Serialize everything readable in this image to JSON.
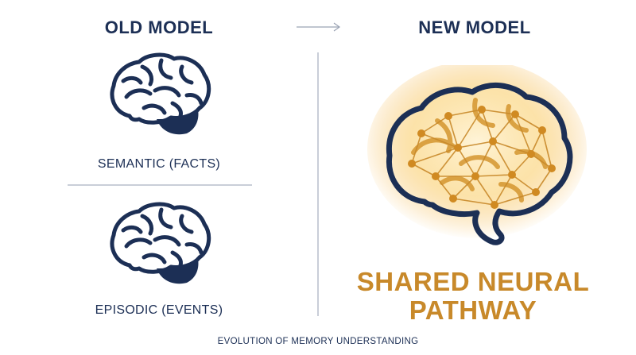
{
  "left": {
    "heading": "OLD MODEL",
    "items": [
      {
        "label": "SEMANTIC (FACTS)",
        "icon": "brain-icon"
      },
      {
        "label": "EPISODIC (EVENTS)",
        "icon": "brain-icon"
      }
    ]
  },
  "arrow_icon": "arrow-right-icon",
  "right": {
    "heading": "NEW MODEL",
    "icon": "neural-network-brain-icon",
    "label_line1": "SHARED NEURAL",
    "label_line2": "PATHWAY"
  },
  "footer": "EVOLUTION OF MEMORY UNDERSTANDING",
  "colors": {
    "navy": "#1c2f55",
    "gold": "#c8892a",
    "glow": "#f7c46a"
  }
}
